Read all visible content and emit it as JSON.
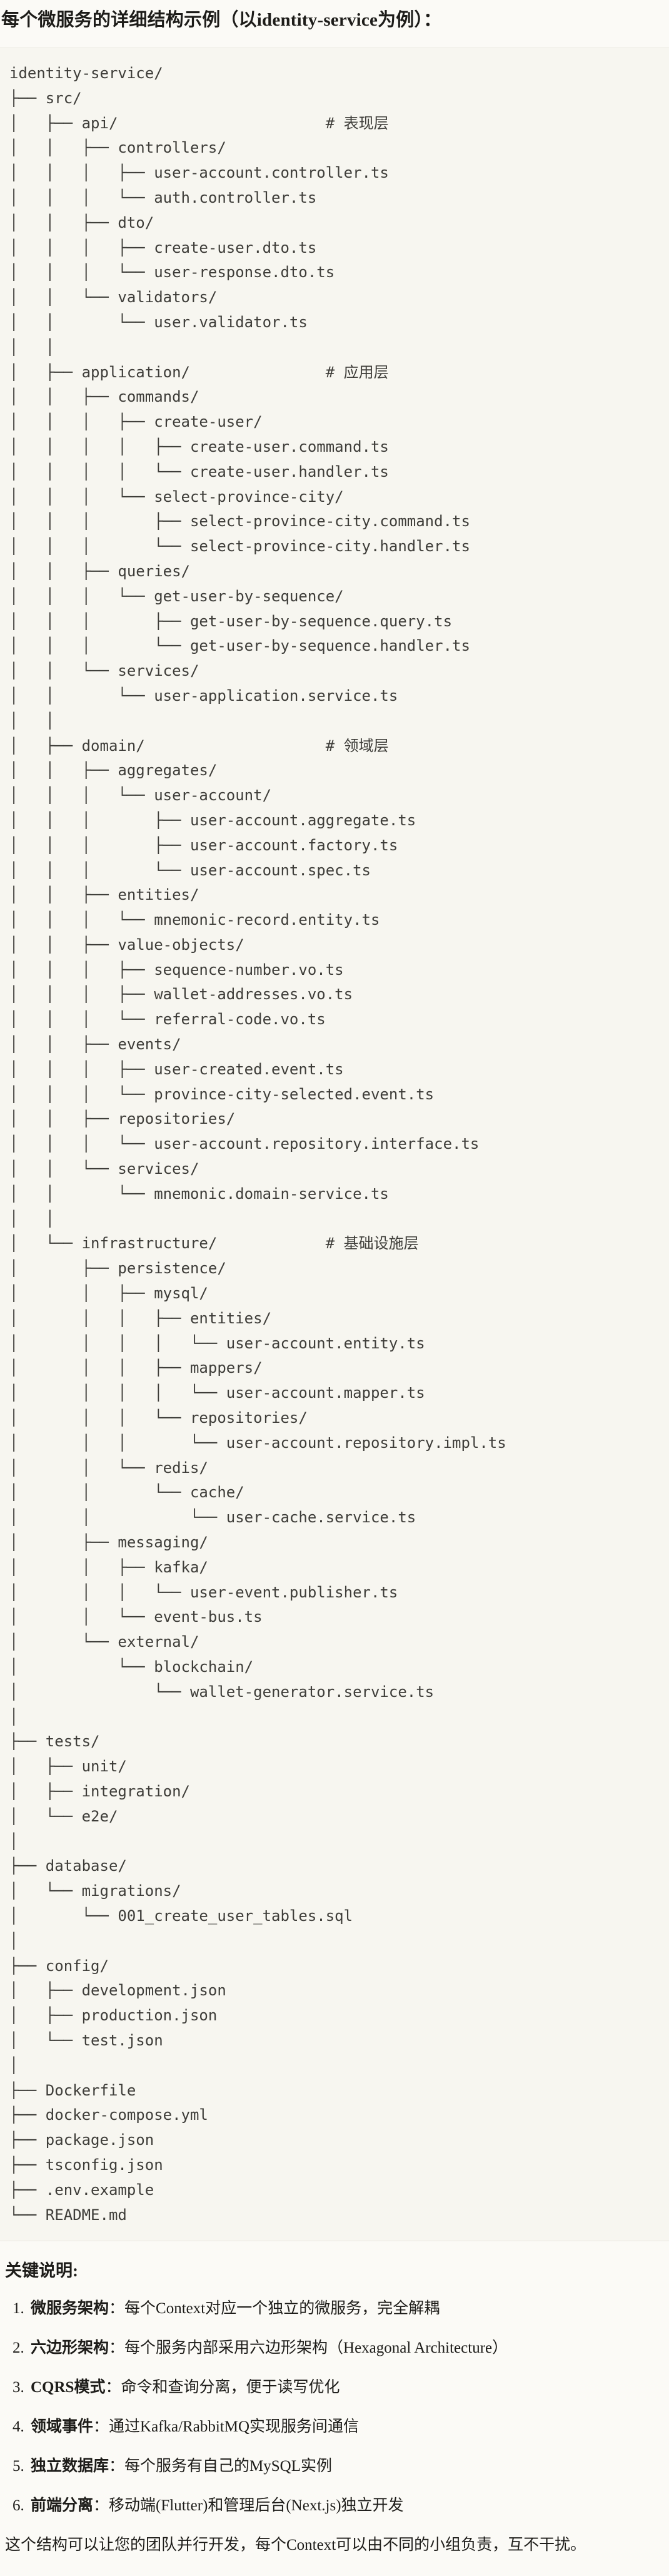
{
  "title": "每个微服务的详细结构示例（以identity-service为例）：",
  "tree": {
    "lines": [
      "identity-service/",
      "├── src/",
      "│   ├── api/                       # 表现层",
      "│   │   ├── controllers/",
      "│   │   │   ├── user-account.controller.ts",
      "│   │   │   └── auth.controller.ts",
      "│   │   ├── dto/",
      "│   │   │   ├── create-user.dto.ts",
      "│   │   │   └── user-response.dto.ts",
      "│   │   └── validators/",
      "│   │       └── user.validator.ts",
      "│   │",
      "│   ├── application/               # 应用层",
      "│   │   ├── commands/",
      "│   │   │   ├── create-user/",
      "│   │   │   │   ├── create-user.command.ts",
      "│   │   │   │   └── create-user.handler.ts",
      "│   │   │   └── select-province-city/",
      "│   │   │       ├── select-province-city.command.ts",
      "│   │   │       └── select-province-city.handler.ts",
      "│   │   ├── queries/",
      "│   │   │   └── get-user-by-sequence/",
      "│   │   │       ├── get-user-by-sequence.query.ts",
      "│   │   │       └── get-user-by-sequence.handler.ts",
      "│   │   └── services/",
      "│   │       └── user-application.service.ts",
      "│   │",
      "│   ├── domain/                    # 领域层",
      "│   │   ├── aggregates/",
      "│   │   │   └── user-account/",
      "│   │   │       ├── user-account.aggregate.ts",
      "│   │   │       ├── user-account.factory.ts",
      "│   │   │       └── user-account.spec.ts",
      "│   │   ├── entities/",
      "│   │   │   └── mnemonic-record.entity.ts",
      "│   │   ├── value-objects/",
      "│   │   │   ├── sequence-number.vo.ts",
      "│   │   │   ├── wallet-addresses.vo.ts",
      "│   │   │   └── referral-code.vo.ts",
      "│   │   ├── events/",
      "│   │   │   ├── user-created.event.ts",
      "│   │   │   └── province-city-selected.event.ts",
      "│   │   ├── repositories/",
      "│   │   │   └── user-account.repository.interface.ts",
      "│   │   └── services/",
      "│   │       └── mnemonic.domain-service.ts",
      "│   │",
      "│   └── infrastructure/            # 基础设施层",
      "│       ├── persistence/",
      "│       │   ├── mysql/",
      "│       │   │   ├── entities/",
      "│       │   │   │   └── user-account.entity.ts",
      "│       │   │   ├── mappers/",
      "│       │   │   │   └── user-account.mapper.ts",
      "│       │   │   └── repositories/",
      "│       │   │       └── user-account.repository.impl.ts",
      "│       │   └── redis/",
      "│       │       └── cache/",
      "│       │           └── user-cache.service.ts",
      "│       ├── messaging/",
      "│       │   ├── kafka/",
      "│       │   │   └── user-event.publisher.ts",
      "│       │   └── event-bus.ts",
      "│       └── external/",
      "│           └── blockchain/",
      "│               └── wallet-generator.service.ts",
      "│",
      "├── tests/",
      "│   ├── unit/",
      "│   ├── integration/",
      "│   └── e2e/",
      "│",
      "├── database/",
      "│   └── migrations/",
      "│       └── 001_create_user_tables.sql",
      "│",
      "├── config/",
      "│   ├── development.json",
      "│   ├── production.json",
      "│   └── test.json",
      "│",
      "├── Dockerfile",
      "├── docker-compose.yml",
      "├── package.json",
      "├── tsconfig.json",
      "├── .env.example",
      "└── README.md"
    ]
  },
  "notes": {
    "heading": "关键说明:",
    "items": [
      {
        "num": "1.",
        "term": "微服务架构",
        "colon": "：",
        "desc": "每个Context对应一个独立的微服务，完全解耦"
      },
      {
        "num": "2.",
        "term": "六边形架构",
        "colon": "：",
        "desc": "每个服务内部采用六边形架构（Hexagonal Architecture）"
      },
      {
        "num": "3.",
        "term": "CQRS模式",
        "colon": "：",
        "desc": "命令和查询分离，便于读写优化"
      },
      {
        "num": "4.",
        "term": "领域事件",
        "colon": "：",
        "desc": "通过Kafka/RabbitMQ实现服务间通信"
      },
      {
        "num": "5.",
        "term": "独立数据库",
        "colon": "：",
        "desc": "每个服务有自己的MySQL实例"
      },
      {
        "num": "6.",
        "term": "前端分离",
        "colon": "：",
        "desc": "移动端(Flutter)和管理后台(Next.js)独立开发"
      }
    ],
    "footer": "这个结构可以让您的团队并行开发，每个Context可以由不同的小组负责，互不干扰。"
  },
  "colors": {
    "page_bg": "#fbfaf6",
    "code_bg": "#f7f6f0",
    "code_border": "#e8e6de",
    "code_text": "#3e3d39",
    "text": "#1d1c19"
  }
}
